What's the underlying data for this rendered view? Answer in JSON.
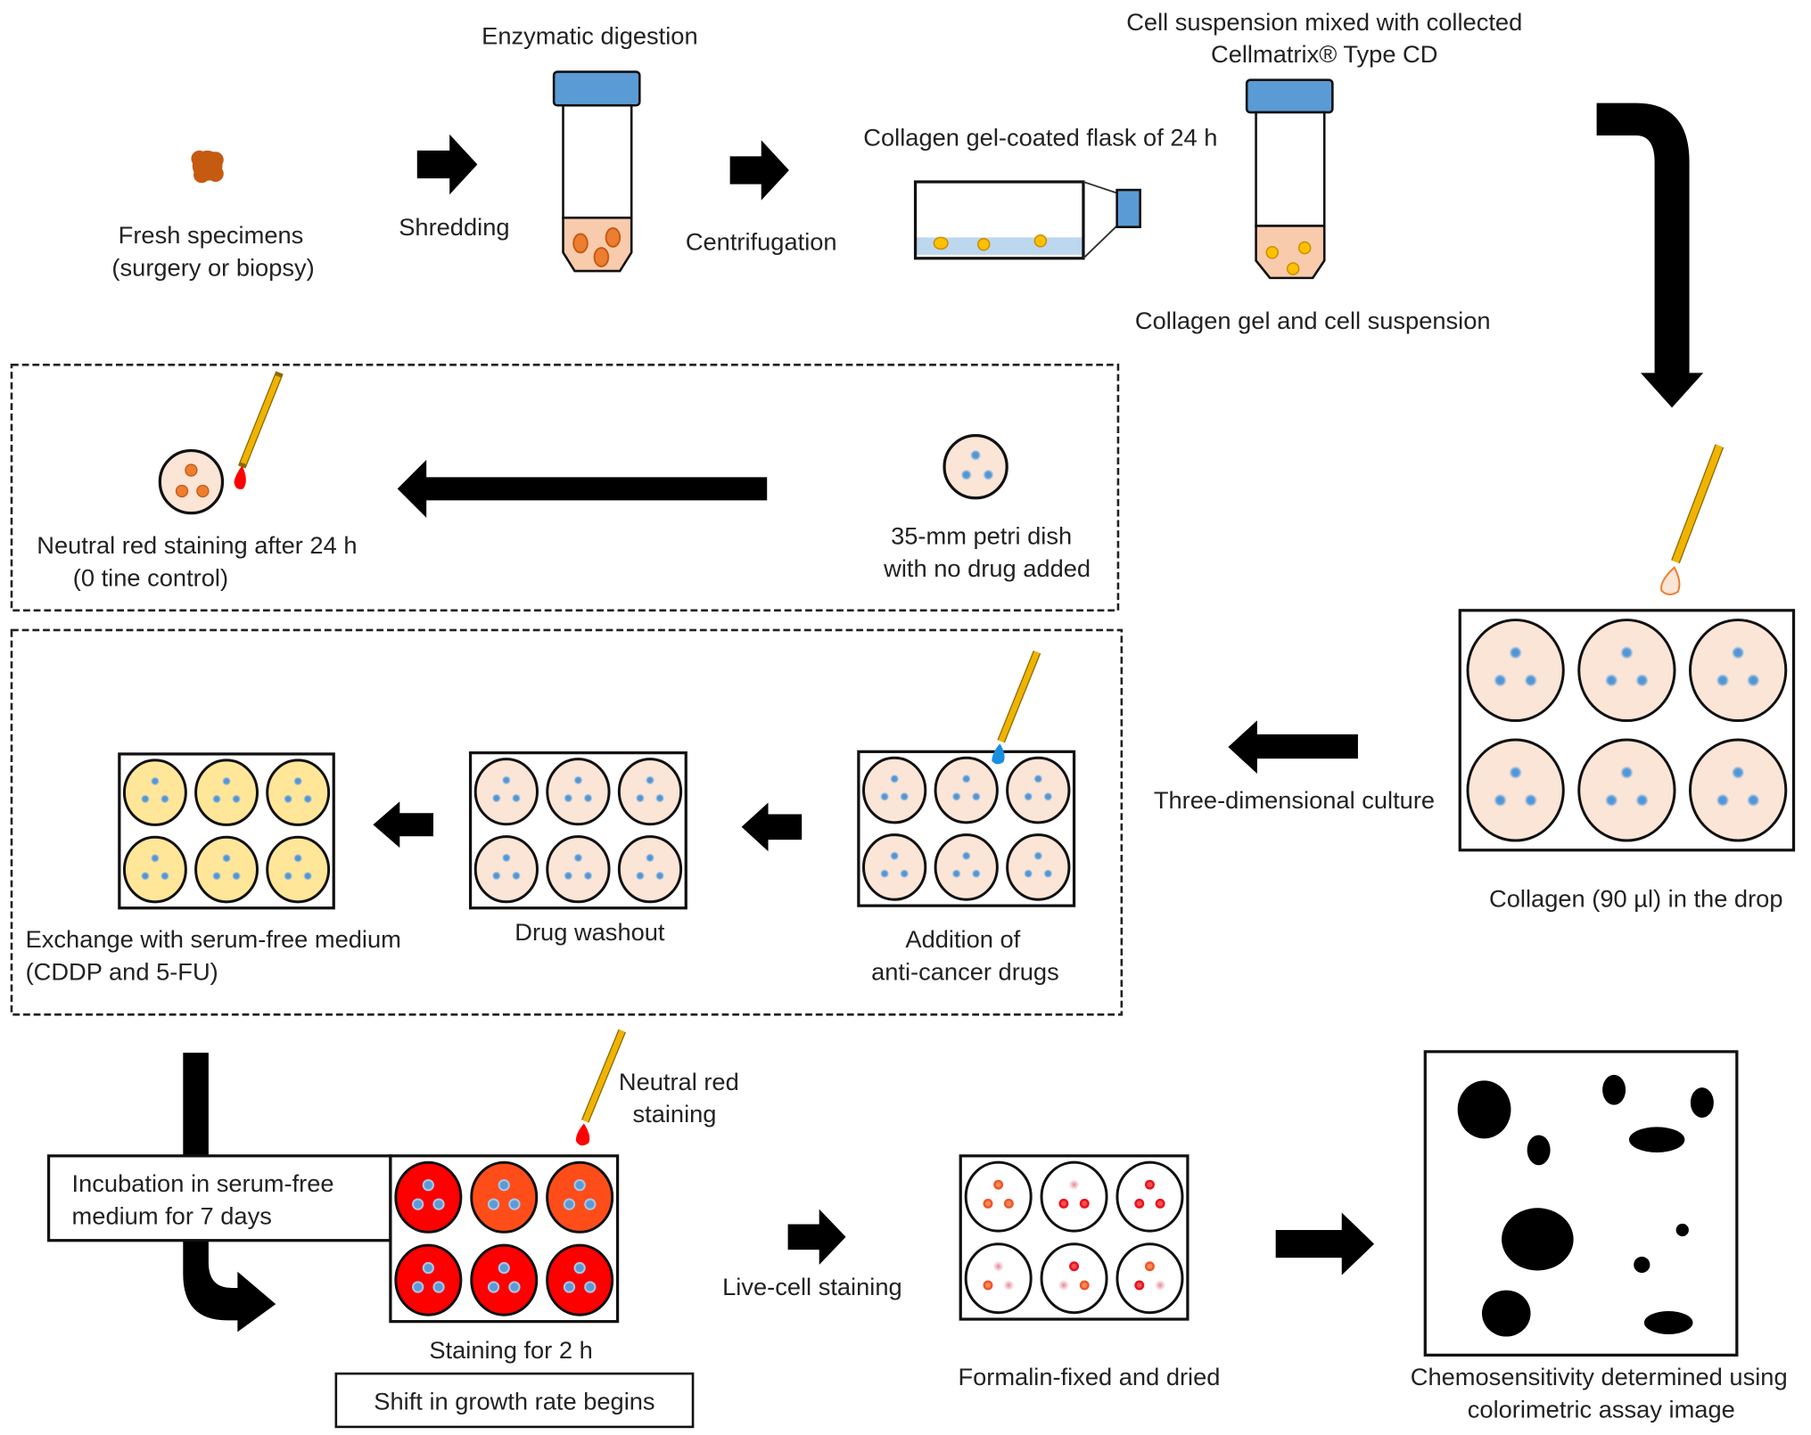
{
  "figure": {
    "title": "Collagen gel droplet-embedded culture drug sensitivity test workflow"
  },
  "colors": {
    "cap_blue": "#5b9bd5",
    "tissue_orange": "#c55a11",
    "pellet_peach": "#f8cbad",
    "collagen_peach": "#fbe5d6",
    "cell_blue": "#5b9bd5",
    "cell_yellow": "#f2b400",
    "medium_yellow": "#ffe699",
    "stain_red": "#ff0000",
    "stain_orange": "#ff5a1f",
    "gel_blue": "#bdd7ee",
    "pipette_gold": "#f0b400"
  },
  "steps": {
    "fresh_specimens": [
      "Fresh specimens",
      "(surgery or biopsy)"
    ],
    "shredding": "Shredding",
    "enzymatic_digestion": "Enzymatic digestion",
    "centrifugation": "Centrifugation",
    "collagen_flask": "Collagen gel-coated flask of 24 h",
    "cell_suspension_mixed": [
      "Cell suspension mixed with collected",
      "Cellmatrix® Type CD"
    ],
    "collagen_gel_suspension": "Collagen gel and cell suspension",
    "collagen_drop": "Collagen (90 µl) in the drop",
    "three_dimensional_culture": "Three-dimensional culture",
    "petri_dish": [
      "35-mm petri dish",
      "with no drug added"
    ],
    "neutral_red_24h": [
      "Neutral red staining after 24 h",
      "(0 tine control)"
    ],
    "addition_drugs": [
      "Addition of",
      "anti-cancer drugs"
    ],
    "drug_washout": "Drug washout",
    "exchange_medium": [
      "Exchange with serum-free medium",
      "(CDDP and 5-FU)"
    ],
    "incubation": [
      "Incubation in serum-free",
      "medium for 7 days"
    ],
    "neutral_red_staining": [
      "Neutral red",
      "staining"
    ],
    "staining_2h": "Staining for 2 h",
    "shift_growth": "Shift in growth rate begins",
    "live_cell_staining": "Live-cell staining",
    "formalin_fixed": "Formalin-fixed and dried",
    "chemosensitivity": [
      "Chemosensitivity determined using",
      "colorimetric assay image"
    ]
  },
  "plates": {
    "red_plate_well_colors": [
      "#ff0000",
      "#ff4d1a",
      "#ff4d1a",
      "#ff0000",
      "#ff0000",
      "#ff0000"
    ]
  }
}
